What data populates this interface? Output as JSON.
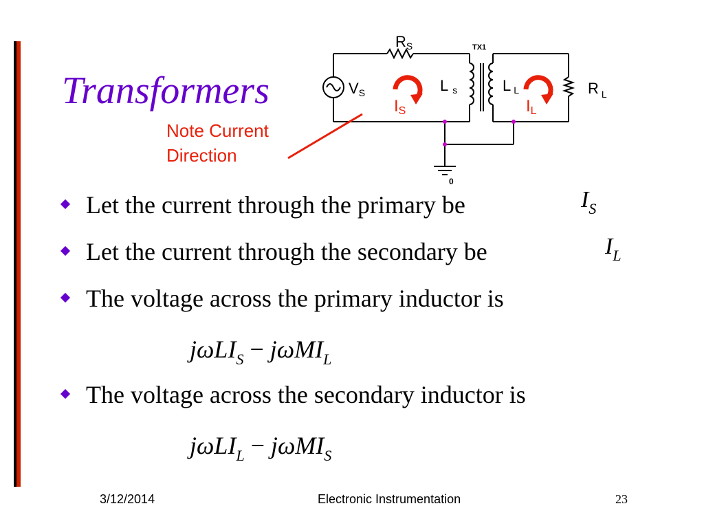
{
  "slide": {
    "title": "Transformers",
    "note_line1": "Note Current",
    "note_line2": "Direction",
    "bullets": [
      {
        "text": "Let the current through the primary be"
      },
      {
        "text": "Let the current through the secondary be"
      },
      {
        "text": "The voltage across the primary inductor is"
      },
      {
        "text": "The voltage across the secondary inductor is"
      }
    ],
    "math": {
      "is_base": "I",
      "is_sub": "S",
      "il_base": "I",
      "il_sub": "L",
      "eq1_a": "jωLI",
      "eq1_a_sub": "S",
      "eq1_op": " − ",
      "eq1_b": "jωMI",
      "eq1_b_sub": "L",
      "eq2_a": "jωLI",
      "eq2_a_sub": "L",
      "eq2_op": " − ",
      "eq2_b": "jωMI",
      "eq2_b_sub": "S"
    },
    "circuit": {
      "rs_label": "R",
      "rs_sub": "S",
      "tx_label": "TX1",
      "vs_label": "V",
      "vs_sub": "S",
      "ls_label": "L",
      "ls_sub": "s",
      "ll_label": "L",
      "ll_sub": "L",
      "rl_label": "R",
      "rl_sub": "L",
      "is_label": "I",
      "is_sub": "S",
      "il_label": "I",
      "il_sub": "L",
      "gnd_label": "0"
    },
    "footer": {
      "date": "3/12/2014",
      "course": "Electronic Instrumentation",
      "page": "23"
    },
    "colors": {
      "title": "#6600cc",
      "accent_red": "#e8200a",
      "bar_red": "#cc2200",
      "bullet": "#6600cc"
    }
  }
}
